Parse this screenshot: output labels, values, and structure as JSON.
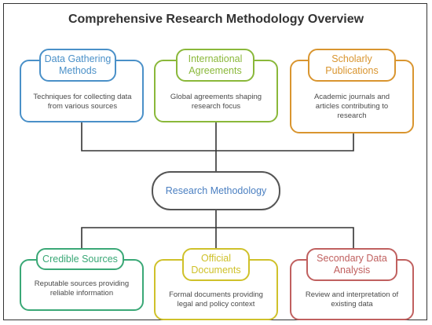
{
  "title": "Comprehensive Research Methodology Overview",
  "center": {
    "label": "Research Methodology",
    "color": "#4a7fc1"
  },
  "top_nodes": [
    {
      "label": "Data Gathering Methods",
      "description": "Techniques for collecting data from various sources",
      "color": "#4a90c8"
    },
    {
      "label": "International Agreements",
      "description": "Global agreements shaping research focus",
      "color": "#8ab83a"
    },
    {
      "label": "Scholarly Publications",
      "description": "Academic journals and articles contributing to research",
      "color": "#d9952f"
    }
  ],
  "bottom_nodes": [
    {
      "label": "Credible Sources",
      "description": "Reputable sources providing reliable information",
      "color": "#3aa876"
    },
    {
      "label": "Official Documents",
      "description": "Formal documents providing legal and policy context",
      "color": "#cfc12a"
    },
    {
      "label": "Secondary Data Analysis",
      "description": "Review and interpretation of existing data",
      "color": "#c0605f"
    }
  ]
}
